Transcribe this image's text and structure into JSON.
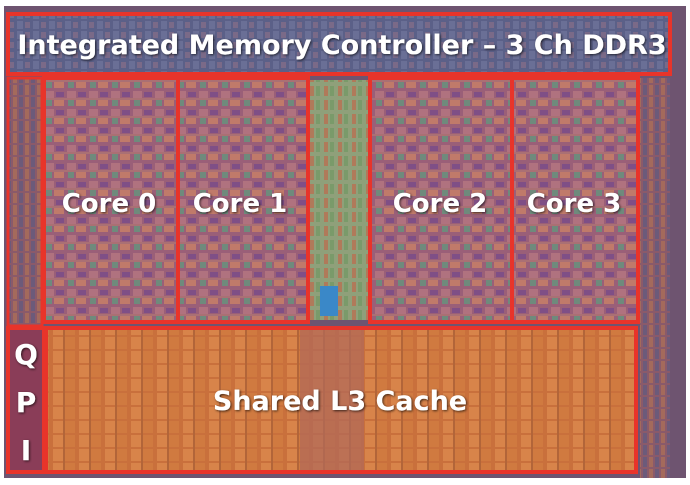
{
  "diagram": {
    "imc_label": "Integrated Memory Controller – 3 Ch DDR3",
    "cores": [
      {
        "label": "Core 0"
      },
      {
        "label": "Core 1"
      },
      {
        "label": "Core 2"
      },
      {
        "label": "Core 3"
      }
    ],
    "qpi_letters": [
      "Q",
      "P",
      "I"
    ],
    "cache_label": "Shared L3 Cache"
  },
  "colors": {
    "outline": "#e8342a",
    "imc_bg": "#5a5f86",
    "core_bg": "#a0627a",
    "cache_bg": "#c8703a",
    "frame": "#e03a30"
  }
}
